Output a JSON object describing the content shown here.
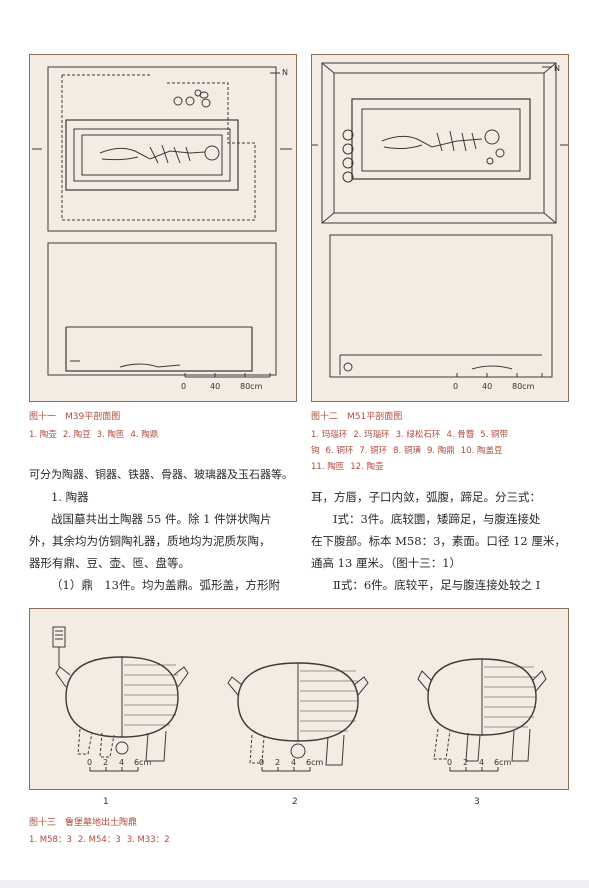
{
  "fig11": {
    "north": "N",
    "scale_ticks": [
      "0",
      "40",
      "80cm"
    ],
    "caption_title": "图十一　M39平剖面图",
    "caption_items": [
      "1. 陶壶",
      "2. 陶豆",
      "3. 陶匜",
      "4. 陶鼎"
    ]
  },
  "fig12": {
    "north": "N",
    "scale_ticks": [
      "0",
      "40",
      "80cm"
    ],
    "caption_title": "图十二　M51平剖面图",
    "caption_line1": [
      "1. 玛瑙环",
      "2. 玛瑙环",
      "3. 绿松石环",
      "4. 骨簪",
      "5. 铜带"
    ],
    "caption_line2": [
      "钩",
      "6. 铜环",
      "7. 铜环",
      "8. 铜璜",
      "9. 陶鼎",
      "10. 陶盖豆"
    ],
    "caption_line3": [
      "11. 陶匜",
      "12. 陶壶"
    ]
  },
  "left_column": {
    "lines": [
      "可分为陶器、铜器、铁器、骨器、玻璃器及玉石器等。",
      "1. 陶器",
      "战国墓共出土陶器 55 件。除 1 件饼状陶片",
      "外，其余均为仿铜陶礼器，质地均为泥质灰陶，",
      "器形有鼎、豆、壶、匜、盘等。",
      "（1）鼎　13件。均为盖鼎。弧形盖，方形附"
    ]
  },
  "right_column": {
    "lines": [
      "耳，方唇，子口内敛，弧腹，蹄足。分三式：",
      "Ⅰ式：3件。底较圜，矮蹄足，与腹连接处",
      "在下腹部。标本 M58：3，素面。口径 12 厘米，",
      "通高 13 厘米。（图十三：1）",
      "Ⅱ式：6件。底较平，足与腹连接处较之 Ⅰ"
    ]
  },
  "fig13": {
    "scale_ticks": [
      "0",
      "2",
      "4",
      "6cm"
    ],
    "numbers": [
      "1",
      "2",
      "3"
    ],
    "caption_title": "图十三　鲁堡墓地出土陶鼎",
    "caption_items": [
      "1. M58：3",
      "2. M54：3",
      "3. M33：2"
    ]
  },
  "colors": {
    "panel_bg": "#f4ece2",
    "panel_border": "#8a6f5a",
    "caption_red": "#b24a3a",
    "line_ink": "#3a3a3a"
  }
}
